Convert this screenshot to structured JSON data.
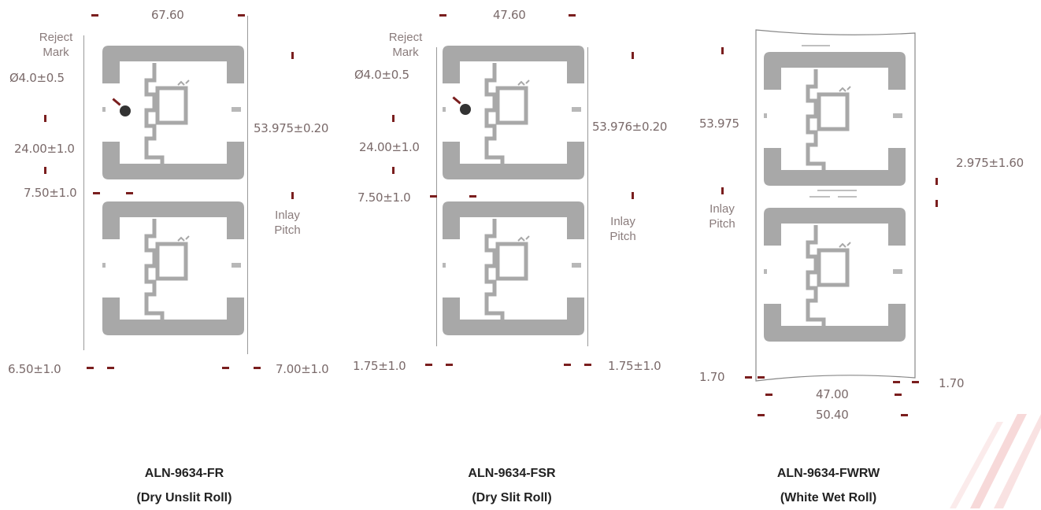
{
  "diagrams": [
    {
      "width_label": "67.60",
      "reject_label": "Reject\nMark",
      "hole_label": "Ø4.0±0.5",
      "height_label": "24.00±1.0",
      "gap_label": "7.50±1.0",
      "pitch_value": "53.975±0.20",
      "pitch_label": "Inlay\nPitch",
      "left_margin": "6.50±1.0",
      "right_margin": "7.00±1.0",
      "part": "ALN-9634-FR",
      "roll": "(Dry Unslit Roll)"
    },
    {
      "width_label": "47.60",
      "reject_label": "Reject\nMark",
      "hole_label": "Ø4.0±0.5",
      "height_label": "24.00±1.0",
      "gap_label": "7.50±1.0",
      "pitch_value": "53.976±0.20",
      "pitch_label": "Inlay\nPitch",
      "left_margin": "1.75±1.0",
      "right_margin": "1.75±1.0",
      "part": "ALN-9634-FSR",
      "roll": "(Dry Slit Roll)"
    },
    {
      "pitch_value": "53.975",
      "pitch_label": "Inlay\nPitch",
      "offset_label": "2.975±1.60",
      "left_margin": "1.70",
      "right_margin": "1.70",
      "inner_width": "47.00",
      "outer_width": "50.40",
      "part": "ALN-9634-FWRW",
      "roll": "(White Wet Roll)"
    }
  ],
  "colors": {
    "arrow": "#7a1e1e",
    "antenna": "#a8a8a8",
    "text": "#7a6a6a",
    "deco": "#f3c9c9"
  }
}
